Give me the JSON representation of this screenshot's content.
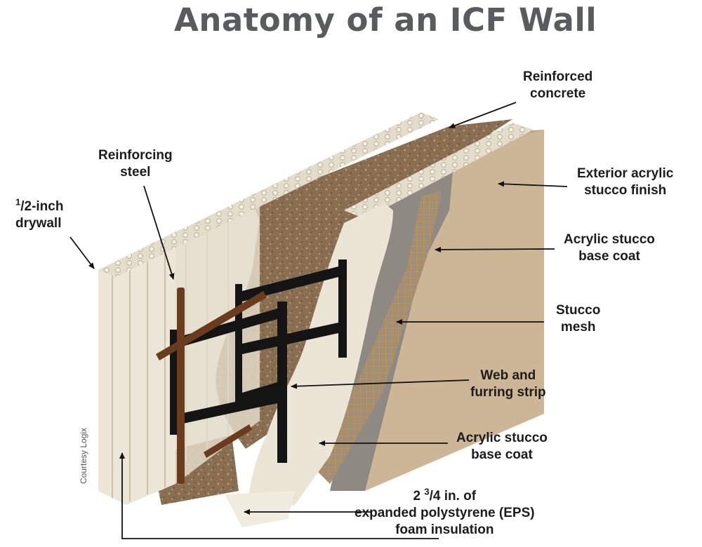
{
  "title": "Anatomy of an ICF Wall",
  "credit": "Courtesy Logix",
  "labels": {
    "reinforced_concrete": [
      "Reinforced",
      "concrete"
    ],
    "reinforcing_steel": [
      "Reinforcing",
      "steel"
    ],
    "drywall_fraction_num": "1",
    "drywall_fraction_rest": "/2-inch",
    "drywall_line2": "drywall",
    "exterior_finish": [
      "Exterior acrylic",
      "stucco finish"
    ],
    "base_coat_top": [
      "Acrylic stucco",
      "base coat"
    ],
    "stucco_mesh": [
      "Stucco",
      "mesh"
    ],
    "web_furring": [
      "Web and",
      "furring strip"
    ],
    "base_coat_bottom": [
      "Acrylic stucco",
      "base coat"
    ],
    "eps_number": "2 ",
    "eps_fraction_num": "3",
    "eps_fraction_rest": "/4 in. of",
    "eps_line2": "expanded polystyrene (EPS)",
    "eps_line3": "foam insulation"
  },
  "colors": {
    "title": "#5a5b5d",
    "concrete": "#8a6e51",
    "foam": "#e9e3d3",
    "stucco_finish": "#cdb696",
    "base_coat": "#8e8a83",
    "mesh": "#c98a2a",
    "web": "#141414",
    "rebar": "#6b3b1d"
  }
}
